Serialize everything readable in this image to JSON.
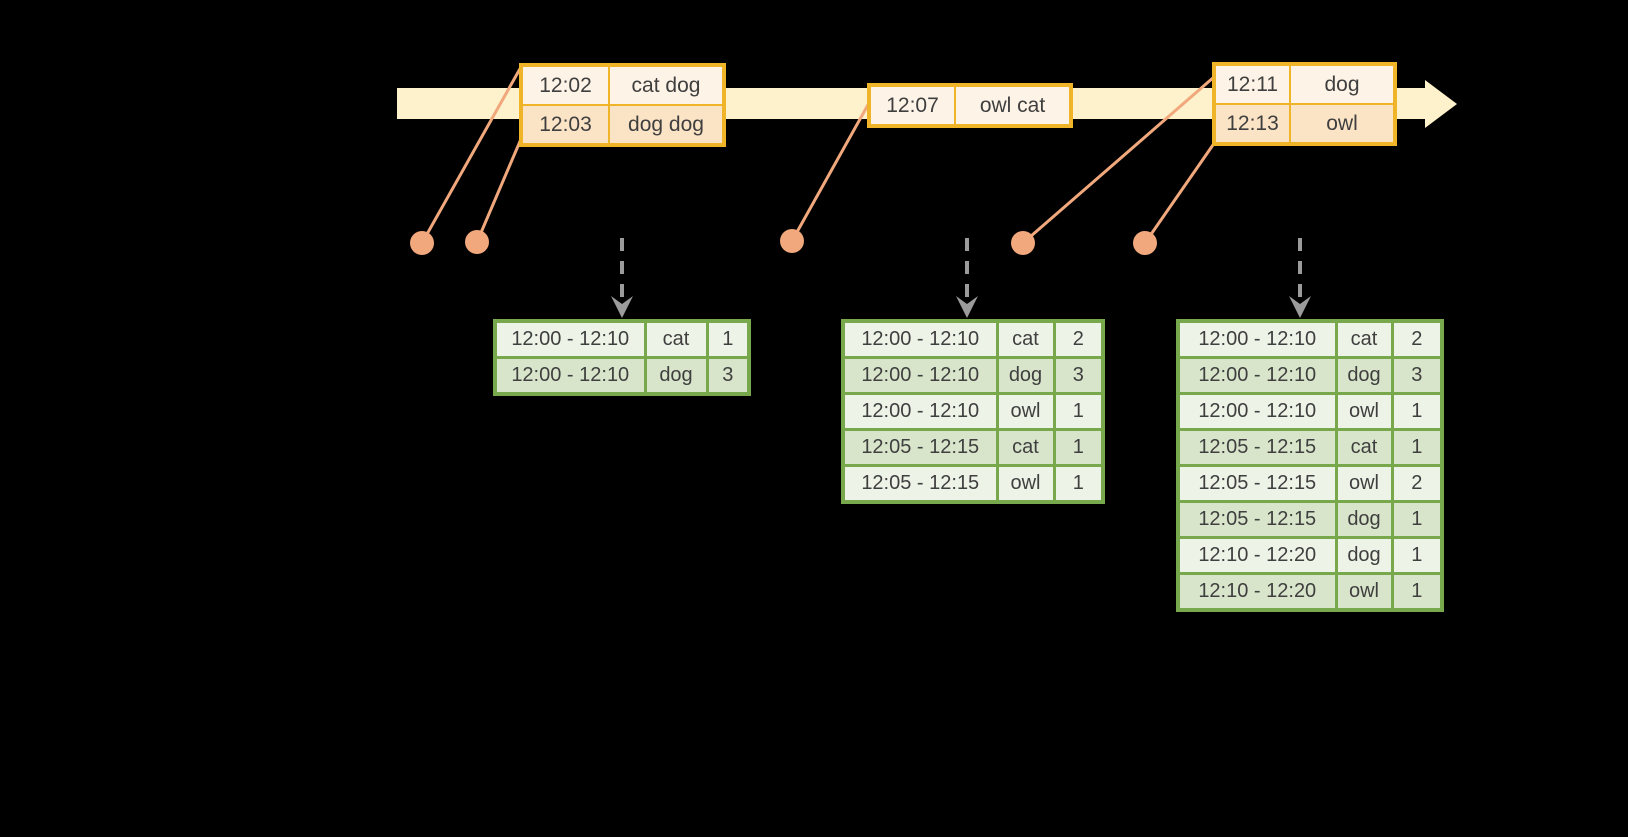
{
  "colors": {
    "background": "#000000",
    "timeline_fill": "#fdf2cc",
    "event_border": "#f0b429",
    "event_row_dark": "#fbe3c5",
    "event_row_light": "#fdf3e6",
    "result_border": "#77a84c",
    "result_row_dark": "#d9e5cb",
    "result_row_light": "#eef3e7",
    "connector": "#f1a87c",
    "dashed_arrow": "#9b9b9b",
    "text": "#3f3f3f"
  },
  "event_tables": [
    {
      "name": "events-batch-1",
      "rows": [
        {
          "time": "12:02",
          "words": "cat dog"
        },
        {
          "time": "12:03",
          "words": "dog dog"
        }
      ]
    },
    {
      "name": "events-batch-2",
      "rows": [
        {
          "time": "12:07",
          "words": "owl cat"
        }
      ]
    },
    {
      "name": "events-batch-3",
      "rows": [
        {
          "time": "12:11",
          "words": "dog"
        },
        {
          "time": "12:13",
          "words": "owl"
        }
      ]
    }
  ],
  "result_tables": [
    {
      "name": "result-table-1",
      "rows": [
        {
          "window": "12:00 - 12:10",
          "word": "cat",
          "count": "1"
        },
        {
          "window": "12:00 - 12:10",
          "word": "dog",
          "count": "3"
        }
      ]
    },
    {
      "name": "result-table-2",
      "rows": [
        {
          "window": "12:00 - 12:10",
          "word": "cat",
          "count": "2"
        },
        {
          "window": "12:00 - 12:10",
          "word": "dog",
          "count": "3"
        },
        {
          "window": "12:00 - 12:10",
          "word": "owl",
          "count": "1"
        },
        {
          "window": "12:05 - 12:15",
          "word": "cat",
          "count": "1"
        },
        {
          "window": "12:05 - 12:15",
          "word": "owl",
          "count": "1"
        }
      ]
    },
    {
      "name": "result-table-3",
      "rows": [
        {
          "window": "12:00 - 12:10",
          "word": "cat",
          "count": "2"
        },
        {
          "window": "12:00 - 12:10",
          "word": "dog",
          "count": "3"
        },
        {
          "window": "12:00 - 12:10",
          "word": "owl",
          "count": "1"
        },
        {
          "window": "12:05 - 12:15",
          "word": "cat",
          "count": "1"
        },
        {
          "window": "12:05 - 12:15",
          "word": "owl",
          "count": "2"
        },
        {
          "window": "12:05 - 12:15",
          "word": "dog",
          "count": "1"
        },
        {
          "window": "12:10 - 12:20",
          "word": "dog",
          "count": "1"
        },
        {
          "window": "12:10 - 12:20",
          "word": "owl",
          "count": "1"
        }
      ]
    }
  ]
}
